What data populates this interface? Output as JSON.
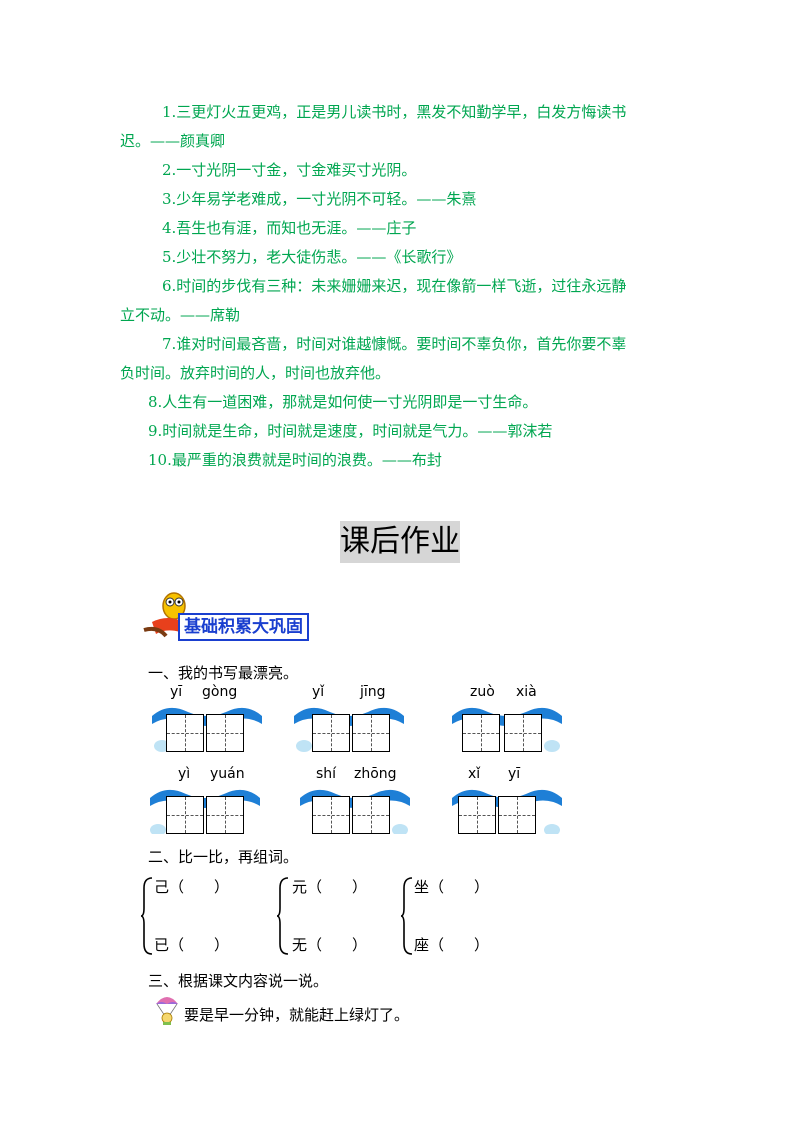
{
  "quotes": [
    {
      "line1": "1.三更灯火五更鸡，正是男儿读书时，黑发不知勤学早，白发方悔读书",
      "line2": "迟。——颜真卿"
    },
    {
      "line1": "2.一寸光阴一寸金，寸金难买寸光阴。"
    },
    {
      "line1": "3.少年易学老难成，一寸光阴不可轻。——朱熹"
    },
    {
      "line1": "4.吾生也有涯，而知也无涯。——庄子"
    },
    {
      "line1": "5.少壮不努力，老大徒伤悲。——《长歌行》"
    },
    {
      "line1": "6.时间的步伐有三种：未来姗姗来迟，现在像箭一样飞逝，过往永远静",
      "line2": "立不动。——席勒"
    },
    {
      "line1": "7.谁对时间最吝啬，时间对谁越慷慨。要时间不辜负你，首先你要不辜",
      "line2": "负时间。放弃时间的人，时间也放弃他。"
    },
    {
      "line1": "8.人生有一道困难，那就是如何使一寸光阴即是一寸生命。"
    },
    {
      "line1": "9.时间就是生命，时间就是速度，时间就是气力。——郭沫若"
    },
    {
      "line1": "10.最严重的浪费就是时间的浪费。——布封"
    }
  ],
  "homework_title": "课后作业",
  "banner_label": "基础积累大巩固",
  "section1": {
    "title": "一、我的书写最漂亮。",
    "pinyin": [
      [
        "yī",
        "gòng"
      ],
      [
        "yǐ",
        "jīng"
      ],
      [
        "zuò",
        "xià"
      ],
      [
        "yì",
        "yuán"
      ],
      [
        "shí",
        "zhōng"
      ],
      [
        "xǐ",
        "yī"
      ]
    ]
  },
  "section2": {
    "title": "二、比一比，再组词。",
    "pairs": [
      {
        "top": "己（　　）",
        "bottom": "已（　　）"
      },
      {
        "top": "元（　　）",
        "bottom": "无（　　）"
      },
      {
        "top": "坐（　　）",
        "bottom": "座（　　）"
      }
    ]
  },
  "section3": {
    "title": "三、根据课文内容说一说。",
    "sentence": "要是早一分钟，就能赶上绿灯了。"
  },
  "colors": {
    "quote_text": "#00a650",
    "banner_border": "#1a3fcf",
    "card_blue": "#1e7fd6"
  }
}
